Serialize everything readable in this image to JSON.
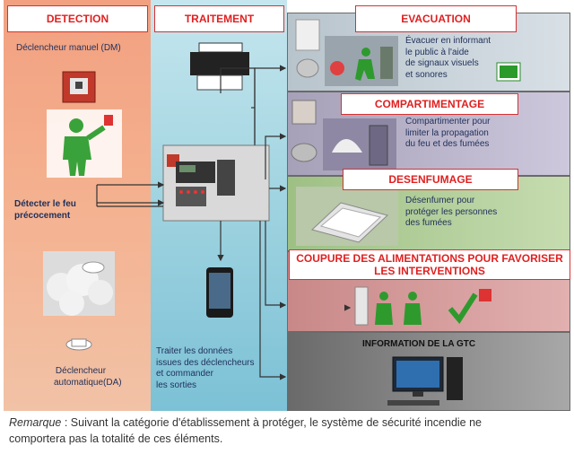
{
  "headers": {
    "detection": "DETECTION",
    "traitement": "TRAITEMENT",
    "evacuation": "EVACUATION",
    "compartimentage": "COMPARTIMENTAGE",
    "desenfumage": "DESENFUMAGE",
    "coupure_line1": "COUPURE DES ALIMENTATIONS POUR FAVORISER",
    "coupure_line2": "LES INTERVENTIONS"
  },
  "detection": {
    "manual_label": "Déclencheur manuel (DM)",
    "detect_line1": "Détecter le feu",
    "detect_line2": "précocement",
    "auto_line1": "Déclencheur",
    "auto_line2": "automatique(DA)"
  },
  "traitement": {
    "text_line1": "Traiter les données",
    "text_line2": "issues des déclencheurs",
    "text_line3": "et commander",
    "text_line4": "les sorties"
  },
  "evacuation": {
    "text_line1": "Évacuer en informant",
    "text_line2": "le public à l'aide",
    "text_line3": "de signaux visuels",
    "text_line4": "et sonores"
  },
  "compartimentage": {
    "text_line1": "Compartimenter pour",
    "text_line2": "limiter la propagation",
    "text_line3": "du feu et des fumées"
  },
  "desenfumage": {
    "text_line1": "Désenfumer pour",
    "text_line2": "protéger les personnes",
    "text_line3": "des fumées"
  },
  "gtc": {
    "label": "INFORMATION DE LA GTC"
  },
  "remark": {
    "prefix": "Remarque",
    "text_line1": " : Suivant la catégorie d'établissement à protéger, le système de sécurité incendie ne",
    "text_line2": "comportera pas la totalité de ces éléments."
  },
  "colors": {
    "header_red": "#e02020",
    "detection_bg": "#f2a080",
    "traitement_bg": "#9fd3e0",
    "arrow": "#333333"
  }
}
